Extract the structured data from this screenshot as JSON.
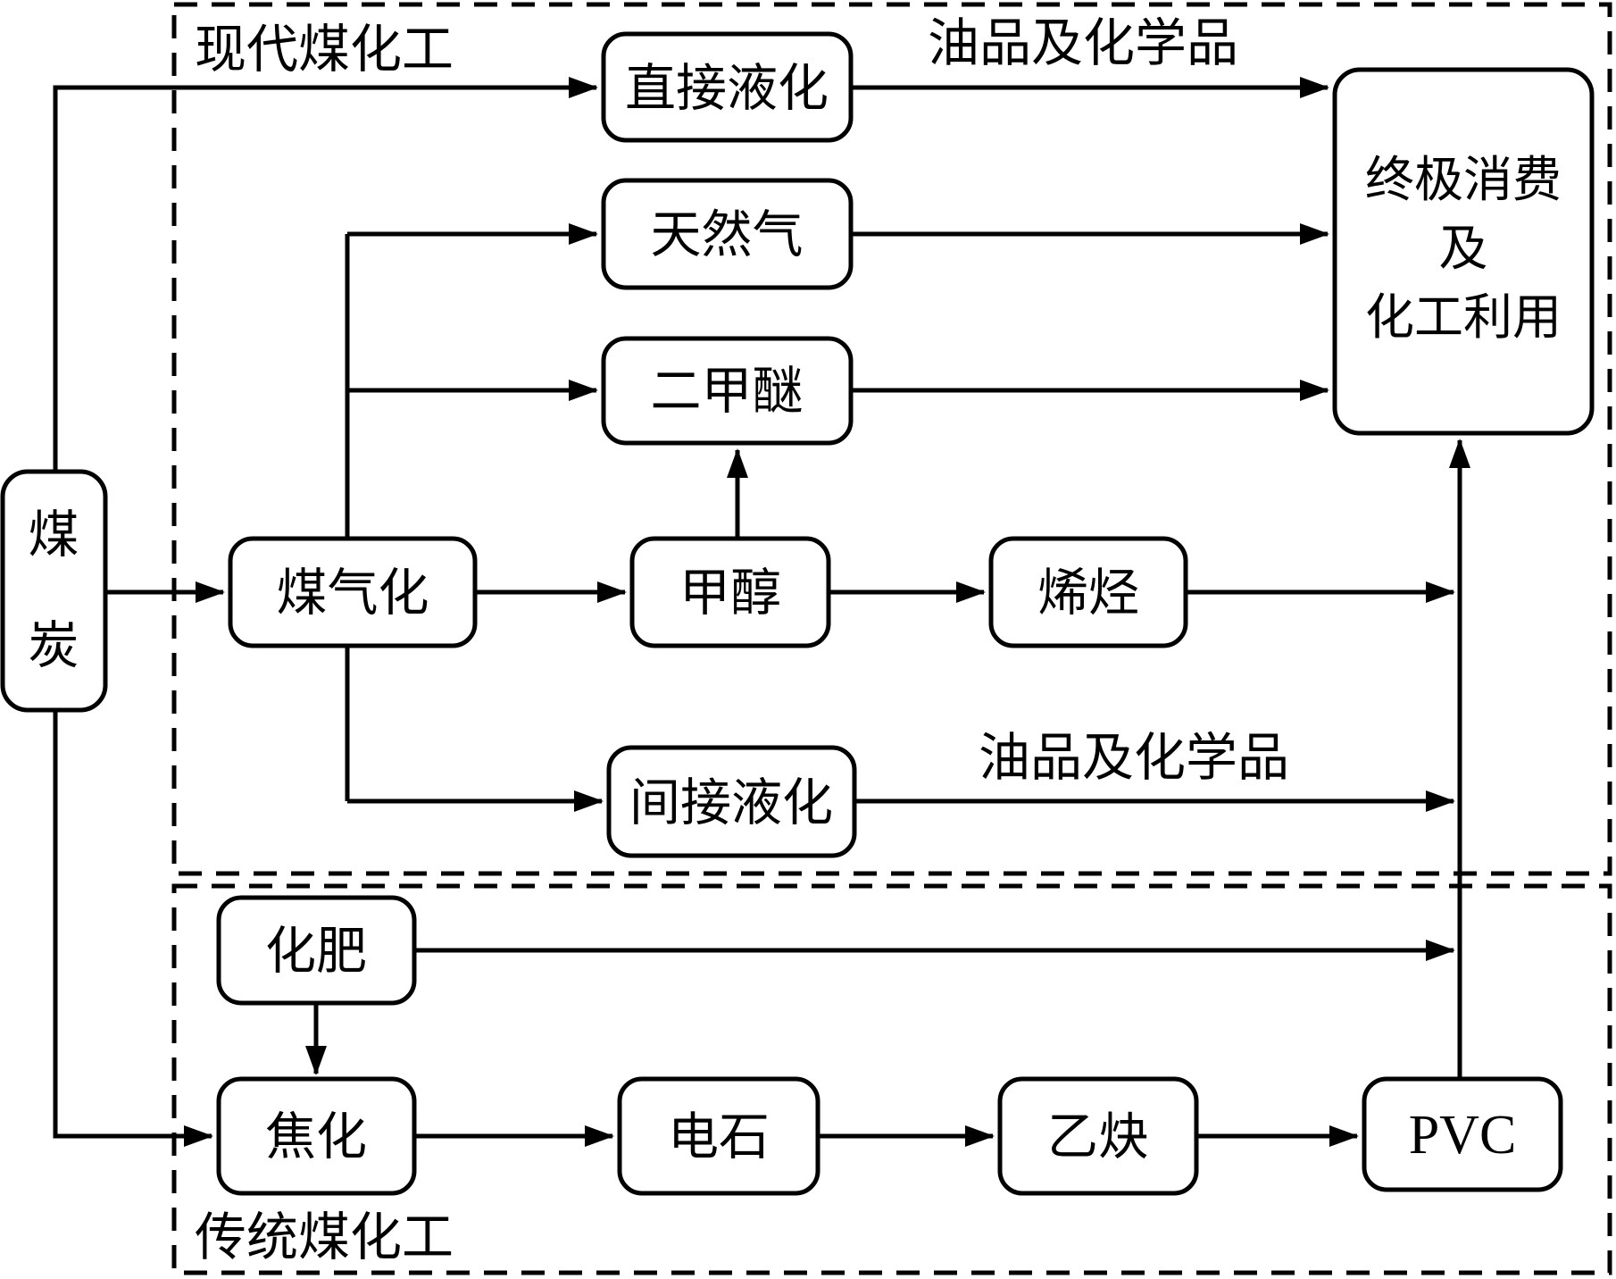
{
  "diagram": {
    "title": "coal chemical industry flowchart",
    "colors": {
      "line": "#000000",
      "background": "#ffffff",
      "box_fill": "#ffffff"
    },
    "sections": {
      "modern": {
        "label": "现代煤化工"
      },
      "traditional": {
        "label": "传统煤化工"
      }
    },
    "nodes": {
      "coal": {
        "label": "煤炭",
        "lines": [
          "煤",
          "炭"
        ]
      },
      "direct_liquefaction": {
        "label": "直接液化"
      },
      "natural_gas": {
        "label": "天然气"
      },
      "dme": {
        "label": "二甲醚"
      },
      "coal_gasification": {
        "label": "煤气化"
      },
      "methanol": {
        "label": "甲醇"
      },
      "olefins": {
        "label": "烯烃"
      },
      "indirect_liquefaction": {
        "label": "间接液化"
      },
      "final_consumption": {
        "label": "终极消费及化工利用",
        "lines": [
          "终极消费",
          "及",
          "化工利用"
        ]
      },
      "fertilizer": {
        "label": "化肥"
      },
      "coking": {
        "label": "焦化"
      },
      "calcium_carbide": {
        "label": "电石"
      },
      "acetylene": {
        "label": "乙炔"
      },
      "pvc": {
        "label": "PVC"
      }
    },
    "edge_labels": {
      "oil_products_top": "油品及化学品",
      "oil_products_bottom": "油品及化学品"
    },
    "edges": [
      {
        "from": "煤炭",
        "to": "直接液化"
      },
      {
        "from": "煤炭",
        "to": "煤气化"
      },
      {
        "from": "煤炭",
        "to": "焦化"
      },
      {
        "from": "煤气化",
        "to": "天然气"
      },
      {
        "from": "煤气化",
        "to": "二甲醚"
      },
      {
        "from": "煤气化",
        "to": "甲醇"
      },
      {
        "from": "煤气化",
        "to": "间接液化"
      },
      {
        "from": "甲醇",
        "to": "二甲醚"
      },
      {
        "from": "甲醇",
        "to": "烯烃"
      },
      {
        "from": "直接液化",
        "to": "终极消费及化工利用",
        "label": "油品及化学品"
      },
      {
        "from": "天然气",
        "to": "终极消费及化工利用"
      },
      {
        "from": "二甲醚",
        "to": "终极消费及化工利用"
      },
      {
        "from": "烯烃",
        "to": "终极消费及化工利用"
      },
      {
        "from": "间接液化",
        "to": "终极消费及化工利用",
        "label": "油品及化学品"
      },
      {
        "from": "化肥",
        "to": "终极消费及化工利用"
      },
      {
        "from": "化肥",
        "to": "焦化"
      },
      {
        "from": "焦化",
        "to": "电石"
      },
      {
        "from": "电石",
        "to": "乙炔"
      },
      {
        "from": "乙炔",
        "to": "PVC"
      },
      {
        "from": "PVC",
        "to": "终极消费及化工利用"
      }
    ]
  }
}
